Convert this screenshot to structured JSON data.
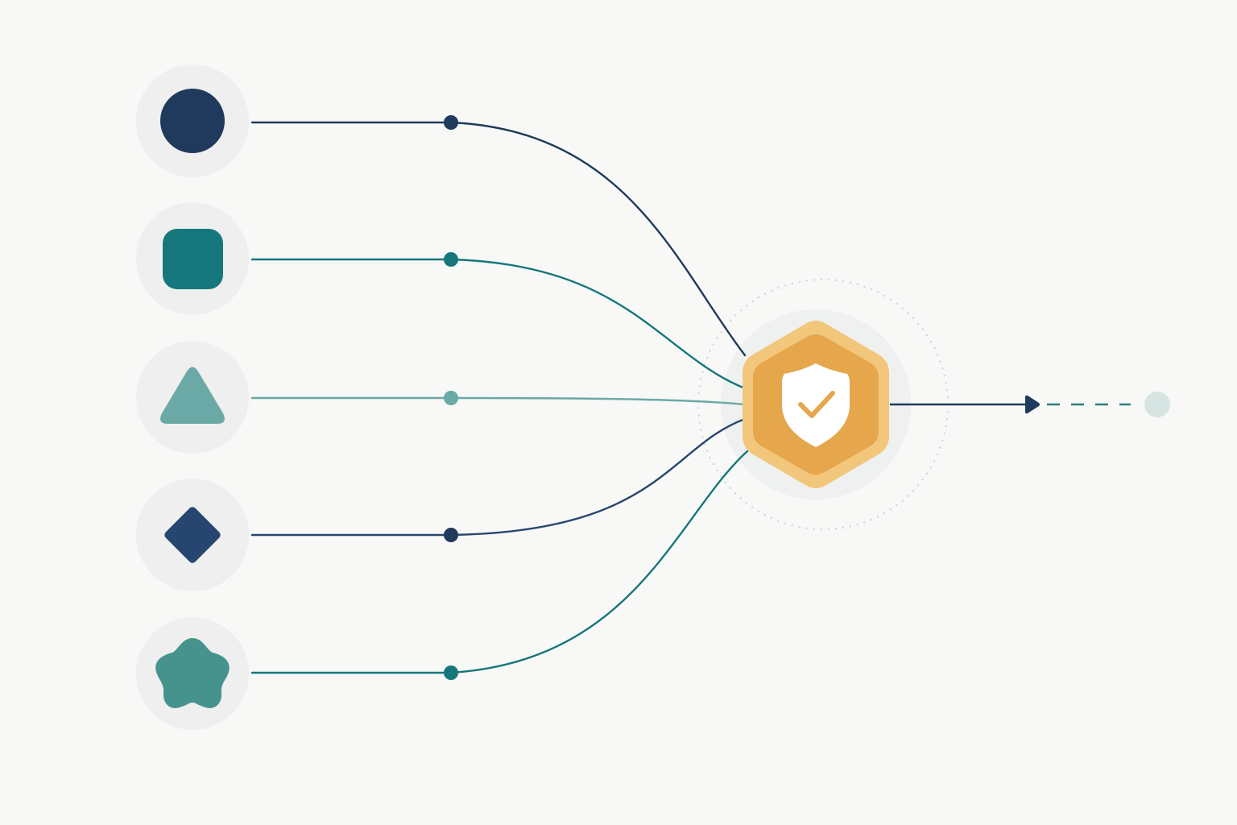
{
  "colors": {
    "background": "#f8f8f6",
    "node_background": "#eeefee",
    "navy": "#1f3a5c",
    "teal": "#15777b",
    "light_teal": "#6aa9a6",
    "blue": "#27466f",
    "sea_green": "#46938e",
    "hub_outer": "#f2c77c",
    "hub_inner": "#e5a64c",
    "shield": "#ffffff",
    "check": "#e5a64c",
    "output_line": "#1f3a5c",
    "output_dash": "#2f7c7a",
    "output_target": "#d6e5e1"
  },
  "inputs": [
    {
      "id": "circle",
      "shape": "circle-icon",
      "color": "#1f3a5c",
      "line_color": "#1f3a5c"
    },
    {
      "id": "square",
      "shape": "rounded-square-icon",
      "color": "#15777b",
      "line_color": "#1d7a7c"
    },
    {
      "id": "triangle",
      "shape": "triangle-icon",
      "color": "#6aa9a6",
      "line_color": "#72aaa7"
    },
    {
      "id": "diamond",
      "shape": "diamond-icon",
      "color": "#27466f",
      "line_color": "#1f3a5c"
    },
    {
      "id": "flower",
      "shape": "flower-icon",
      "color": "#46938e",
      "line_color": "#1a7476"
    }
  ],
  "hub": {
    "icon": "shield-check-icon"
  },
  "output": {
    "arrow_icon": "arrowhead-icon",
    "target_icon": "dot-icon"
  }
}
